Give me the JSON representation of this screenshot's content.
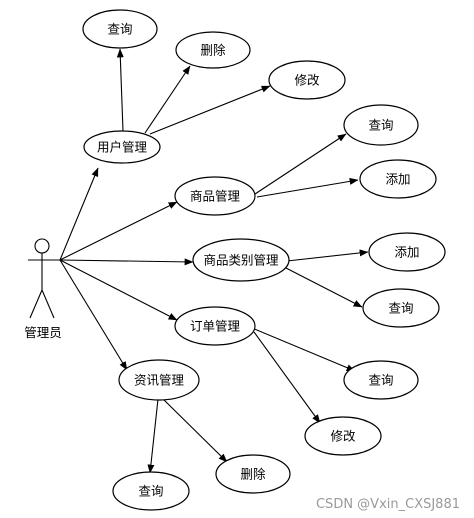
{
  "actor": {
    "label": "管理员"
  },
  "use_cases": {
    "user_mgmt": "用户管理",
    "user_query": "查询",
    "user_delete": "删除",
    "user_modify": "修改",
    "goods_mgmt": "商品管理",
    "goods_query": "查询",
    "goods_add": "添加",
    "category_mgmt": "商品类别管理",
    "category_add": "添加",
    "category_query": "查询",
    "order_mgmt": "订单管理",
    "order_query": "查询",
    "order_modify": "修改",
    "news_mgmt": "资讯管理",
    "news_query": "查询",
    "news_delete": "删除"
  },
  "watermark": "CSDN @Vxin_CXSJ881"
}
